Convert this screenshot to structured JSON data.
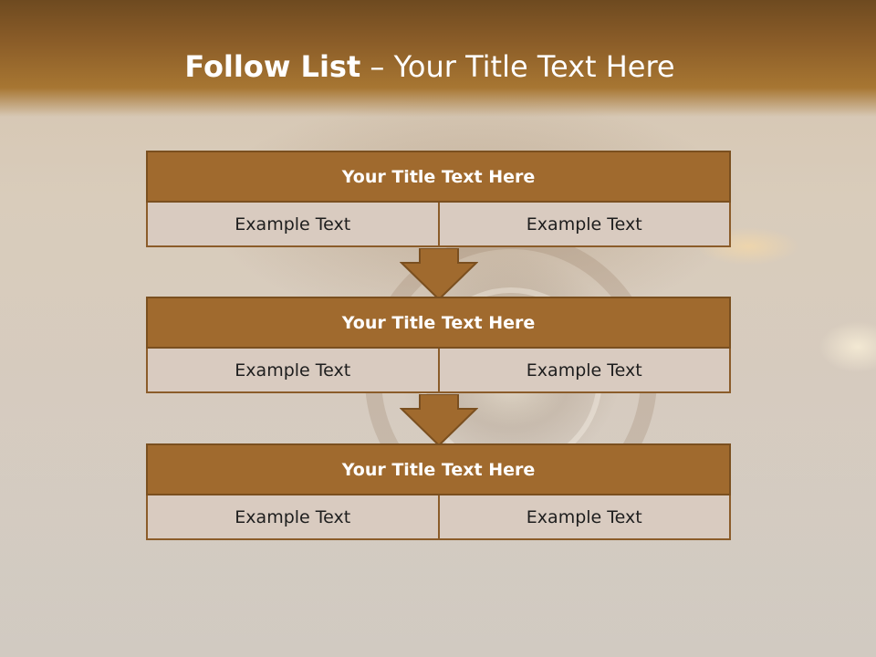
{
  "slide": {
    "title_bold": "Follow List",
    "title_light": " – Your Title Text Here"
  },
  "blocks": [
    {
      "title": "Your Title Text Here",
      "cells": [
        "Example Text",
        "Example Text"
      ]
    },
    {
      "title": "Your Title Text Here",
      "cells": [
        "Example Text",
        "Example Text"
      ]
    },
    {
      "title": "Your Title Text Here",
      "cells": [
        "Example Text",
        "Example Text"
      ]
    }
  ],
  "colors": {
    "header_brown": "#8a5c28",
    "block_title_fill": "#a06a2e",
    "cell_fill": "#d9cbc0",
    "arrow_fill": "#a06a2e"
  },
  "icons": [
    "down-arrow-icon"
  ]
}
